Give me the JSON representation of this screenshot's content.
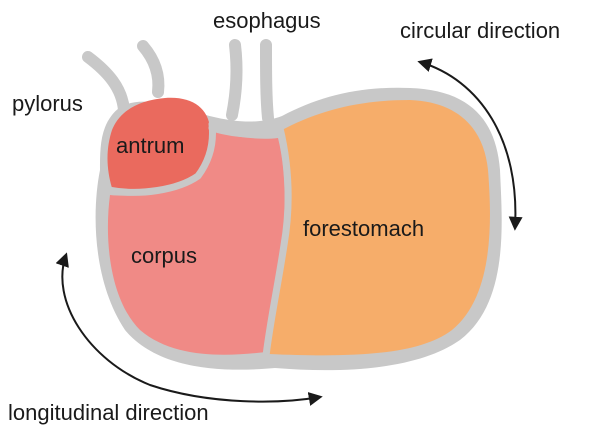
{
  "labels": {
    "esophagus": "esophagus",
    "pylorus": "pylorus",
    "antrum": "antrum",
    "corpus": "corpus",
    "forestomach": "forestomach",
    "circular_direction": "circular direction",
    "longitudinal_direction": "longitudinal direction"
  },
  "colors": {
    "wall": "#c8c8c8",
    "antrum": "#ea6a5e",
    "corpus": "#f08a86",
    "forestomach": "#f6ad6a",
    "arrow": "#1a1a1a",
    "text": "#1a1a1a"
  }
}
